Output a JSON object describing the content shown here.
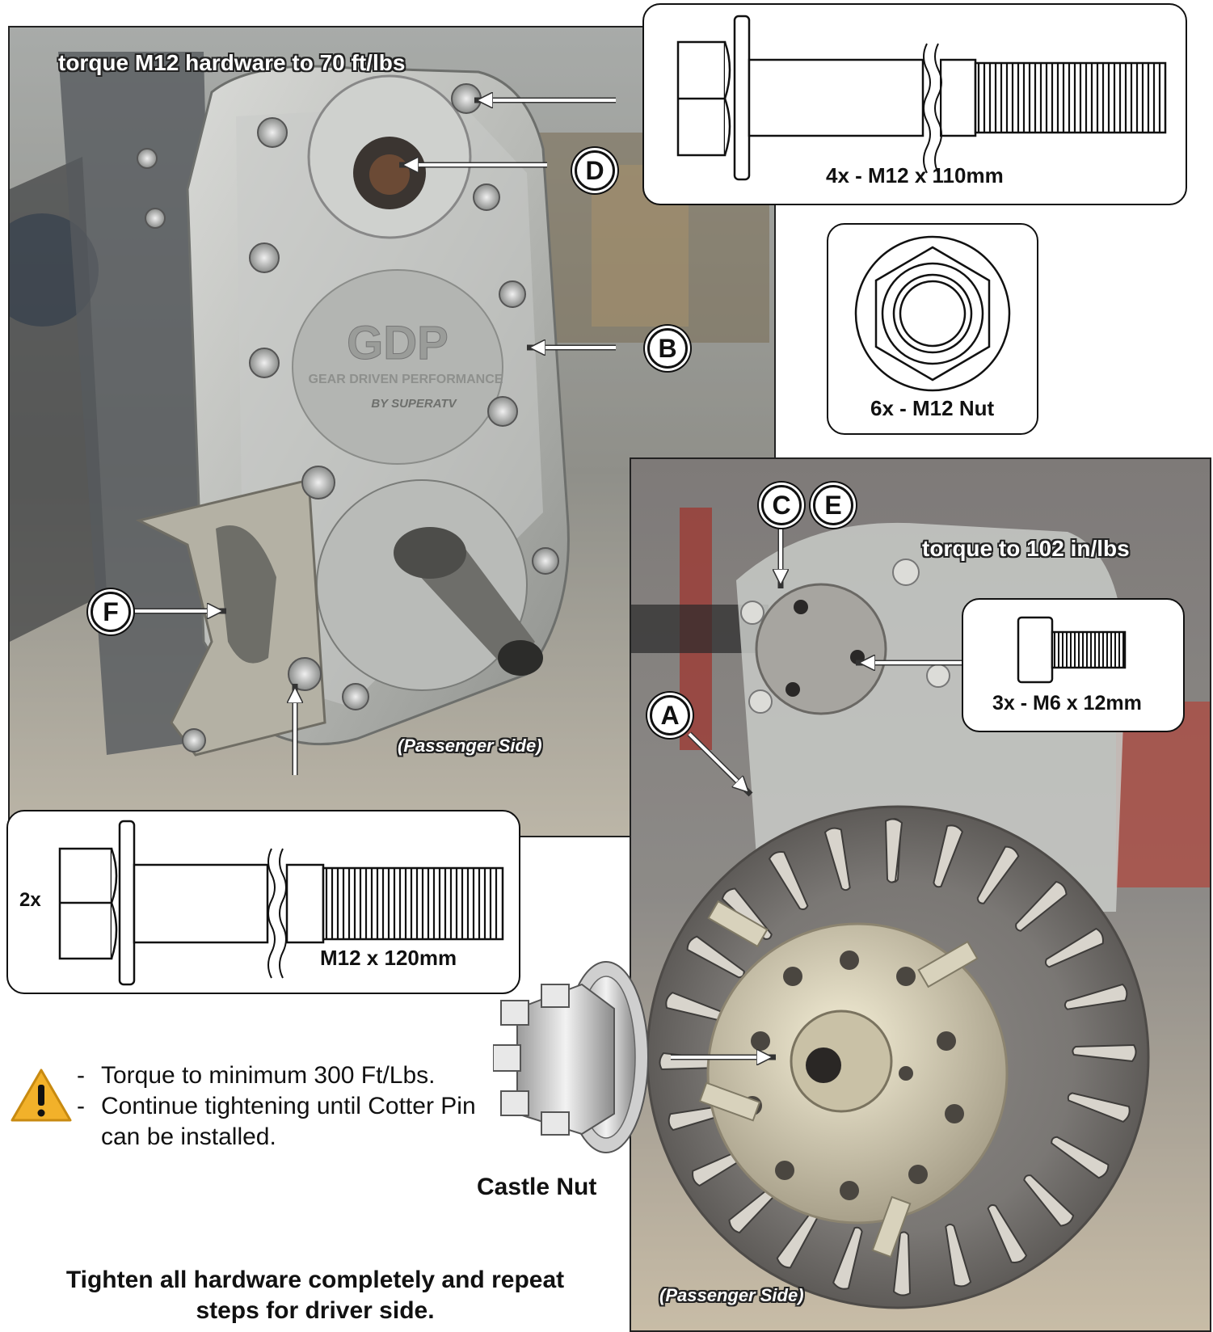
{
  "photo_top": {
    "torque_note": "torque M12 hardware to 70 ft/lbs",
    "side_label": "(Passenger Side)",
    "logo_text": "GDP",
    "logo_sub": "GEAR DRIVEN PERFORMANCE",
    "logo_by": "BY SUPERATV"
  },
  "photo_bottom": {
    "torque_note": "torque  to 102 in/lbs",
    "side_label": "(Passenger Side)"
  },
  "callouts": {
    "bolt_110": "4x - M12 x 110mm",
    "nut_m12": "6x - M12 Nut",
    "bolt_120_qty": "2x",
    "bolt_120": "M12 x 120mm",
    "bolt_m6": "3x - M6 x 12mm"
  },
  "badges": {
    "a": "A",
    "b": "B",
    "c": "C",
    "d": "D",
    "e": "E",
    "f": "F"
  },
  "warning": {
    "line1": "Torque to minimum 300 Ft/Lbs.",
    "line2": "Continue tightening until Cotter Pin can be installed."
  },
  "castle_nut_label": "Castle Nut",
  "final_note": "Tighten all hardware completely and repeat steps for driver side.",
  "colors": {
    "warning": "#f2b12a",
    "outline": "#222222"
  }
}
